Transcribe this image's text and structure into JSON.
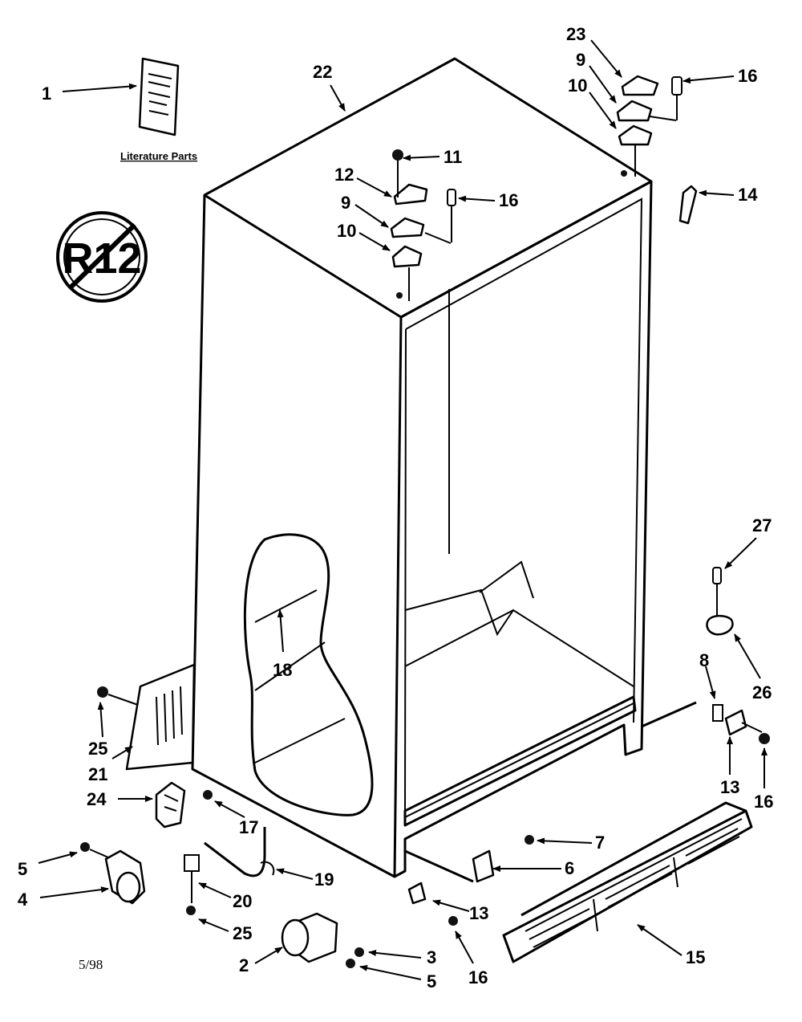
{
  "literature_caption": "Literature Parts",
  "badge_text": "R12",
  "date_code": "5/98",
  "callouts": [
    "1",
    "22",
    "23",
    "9",
    "10",
    "16",
    "11",
    "12",
    "16",
    "9",
    "10",
    "14",
    "27",
    "8",
    "26",
    "18",
    "25",
    "21",
    "24",
    "17",
    "13",
    "16",
    "7",
    "6",
    "5",
    "4",
    "19",
    "20",
    "25",
    "13",
    "2",
    "3",
    "5",
    "16",
    "15"
  ]
}
